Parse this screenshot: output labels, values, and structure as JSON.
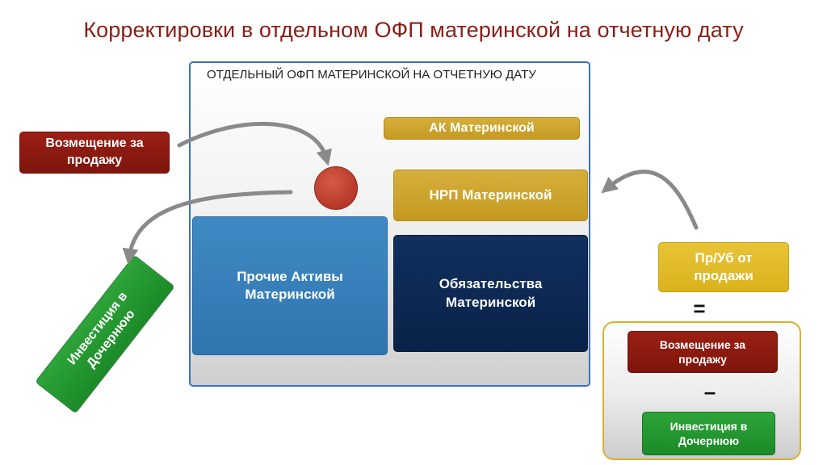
{
  "title": "Корректировки в отдельном ОФП материнской на отчетную дату",
  "panel": {
    "label": "ОТДЕЛЬНЫЙ ОФП МАТЕРИНСКОЙ НА ОТЧЕТНУЮ ДАТУ",
    "ak": "АК Материнской",
    "nrp": "НРП Материнской",
    "assets": "Прочие Активы Материнской",
    "liabilities": "Обязательства Материнской"
  },
  "left": {
    "compensation": "Возмещение за продажу",
    "investment": "Инвестиция в Дочернюю"
  },
  "right": {
    "profit_loss": "Пр/Уб от продажи",
    "equals": "=",
    "compensation": "Возмещение за продажу",
    "minus": "–",
    "investment": "Инвестиция в Дочернюю"
  },
  "colors": {
    "title": "#8b1e16",
    "panel_border": "#3b6fc4",
    "gold": "#c49a22",
    "yellow": "#d9b21c",
    "red": "#8a1a10",
    "green": "#1f9a2e",
    "blue": "#3580ba",
    "navy": "#0d2a55",
    "circle": "#b8382a",
    "arrow": "#8a8a8a"
  }
}
